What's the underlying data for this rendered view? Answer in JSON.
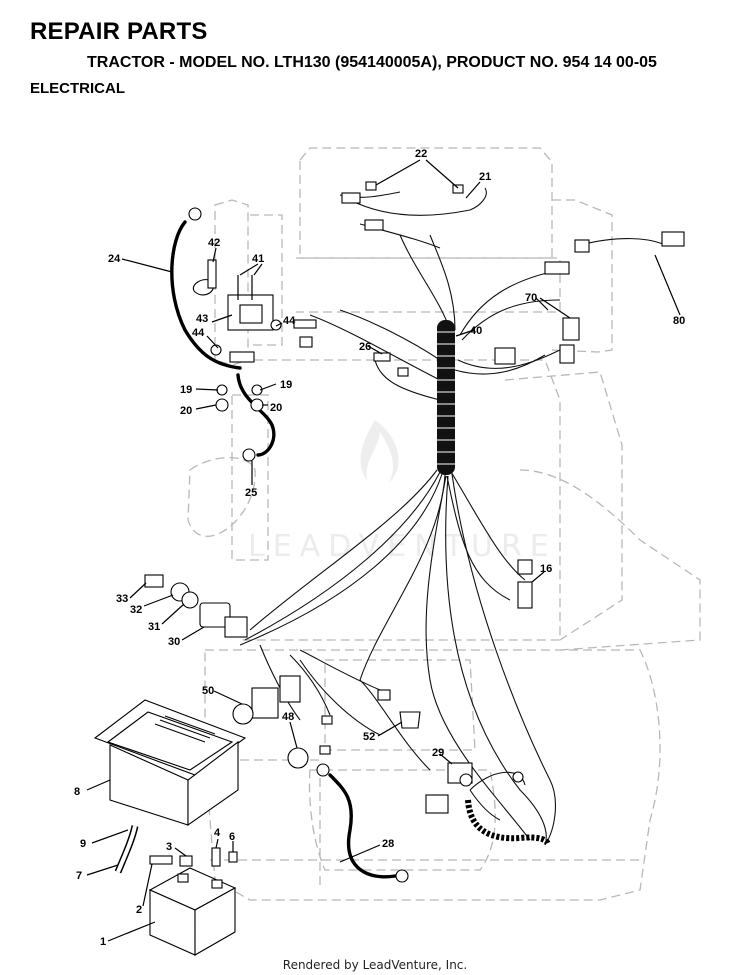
{
  "header": {
    "title": "REPAIR PARTS",
    "subtitle": "TRACTOR - MODEL NO. LTH130 (954140005A), PRODUCT NO. 954 14 00-05",
    "section": "ELECTRICAL"
  },
  "watermark": "LEADVENTURE",
  "footer": "Rendered by LeadVenture, Inc.",
  "callouts": {
    "c1": "1",
    "c2": "2",
    "c3": "3",
    "c4": "4",
    "c6": "6",
    "c7": "7",
    "c8": "8",
    "c9": "9",
    "c16": "16",
    "c19a": "19",
    "c19b": "19",
    "c20a": "20",
    "c20b": "20",
    "c21": "21",
    "c22": "22",
    "c24": "24",
    "c25": "25",
    "c26": "26",
    "c28": "28",
    "c29": "29",
    "c30": "30",
    "c31": "31",
    "c32": "32",
    "c33": "33",
    "c40": "40",
    "c41": "41",
    "c42": "42",
    "c43": "43",
    "c44a": "44",
    "c44b": "44",
    "c48": "48",
    "c50": "50",
    "c52": "52",
    "c70": "70",
    "c80": "80"
  }
}
